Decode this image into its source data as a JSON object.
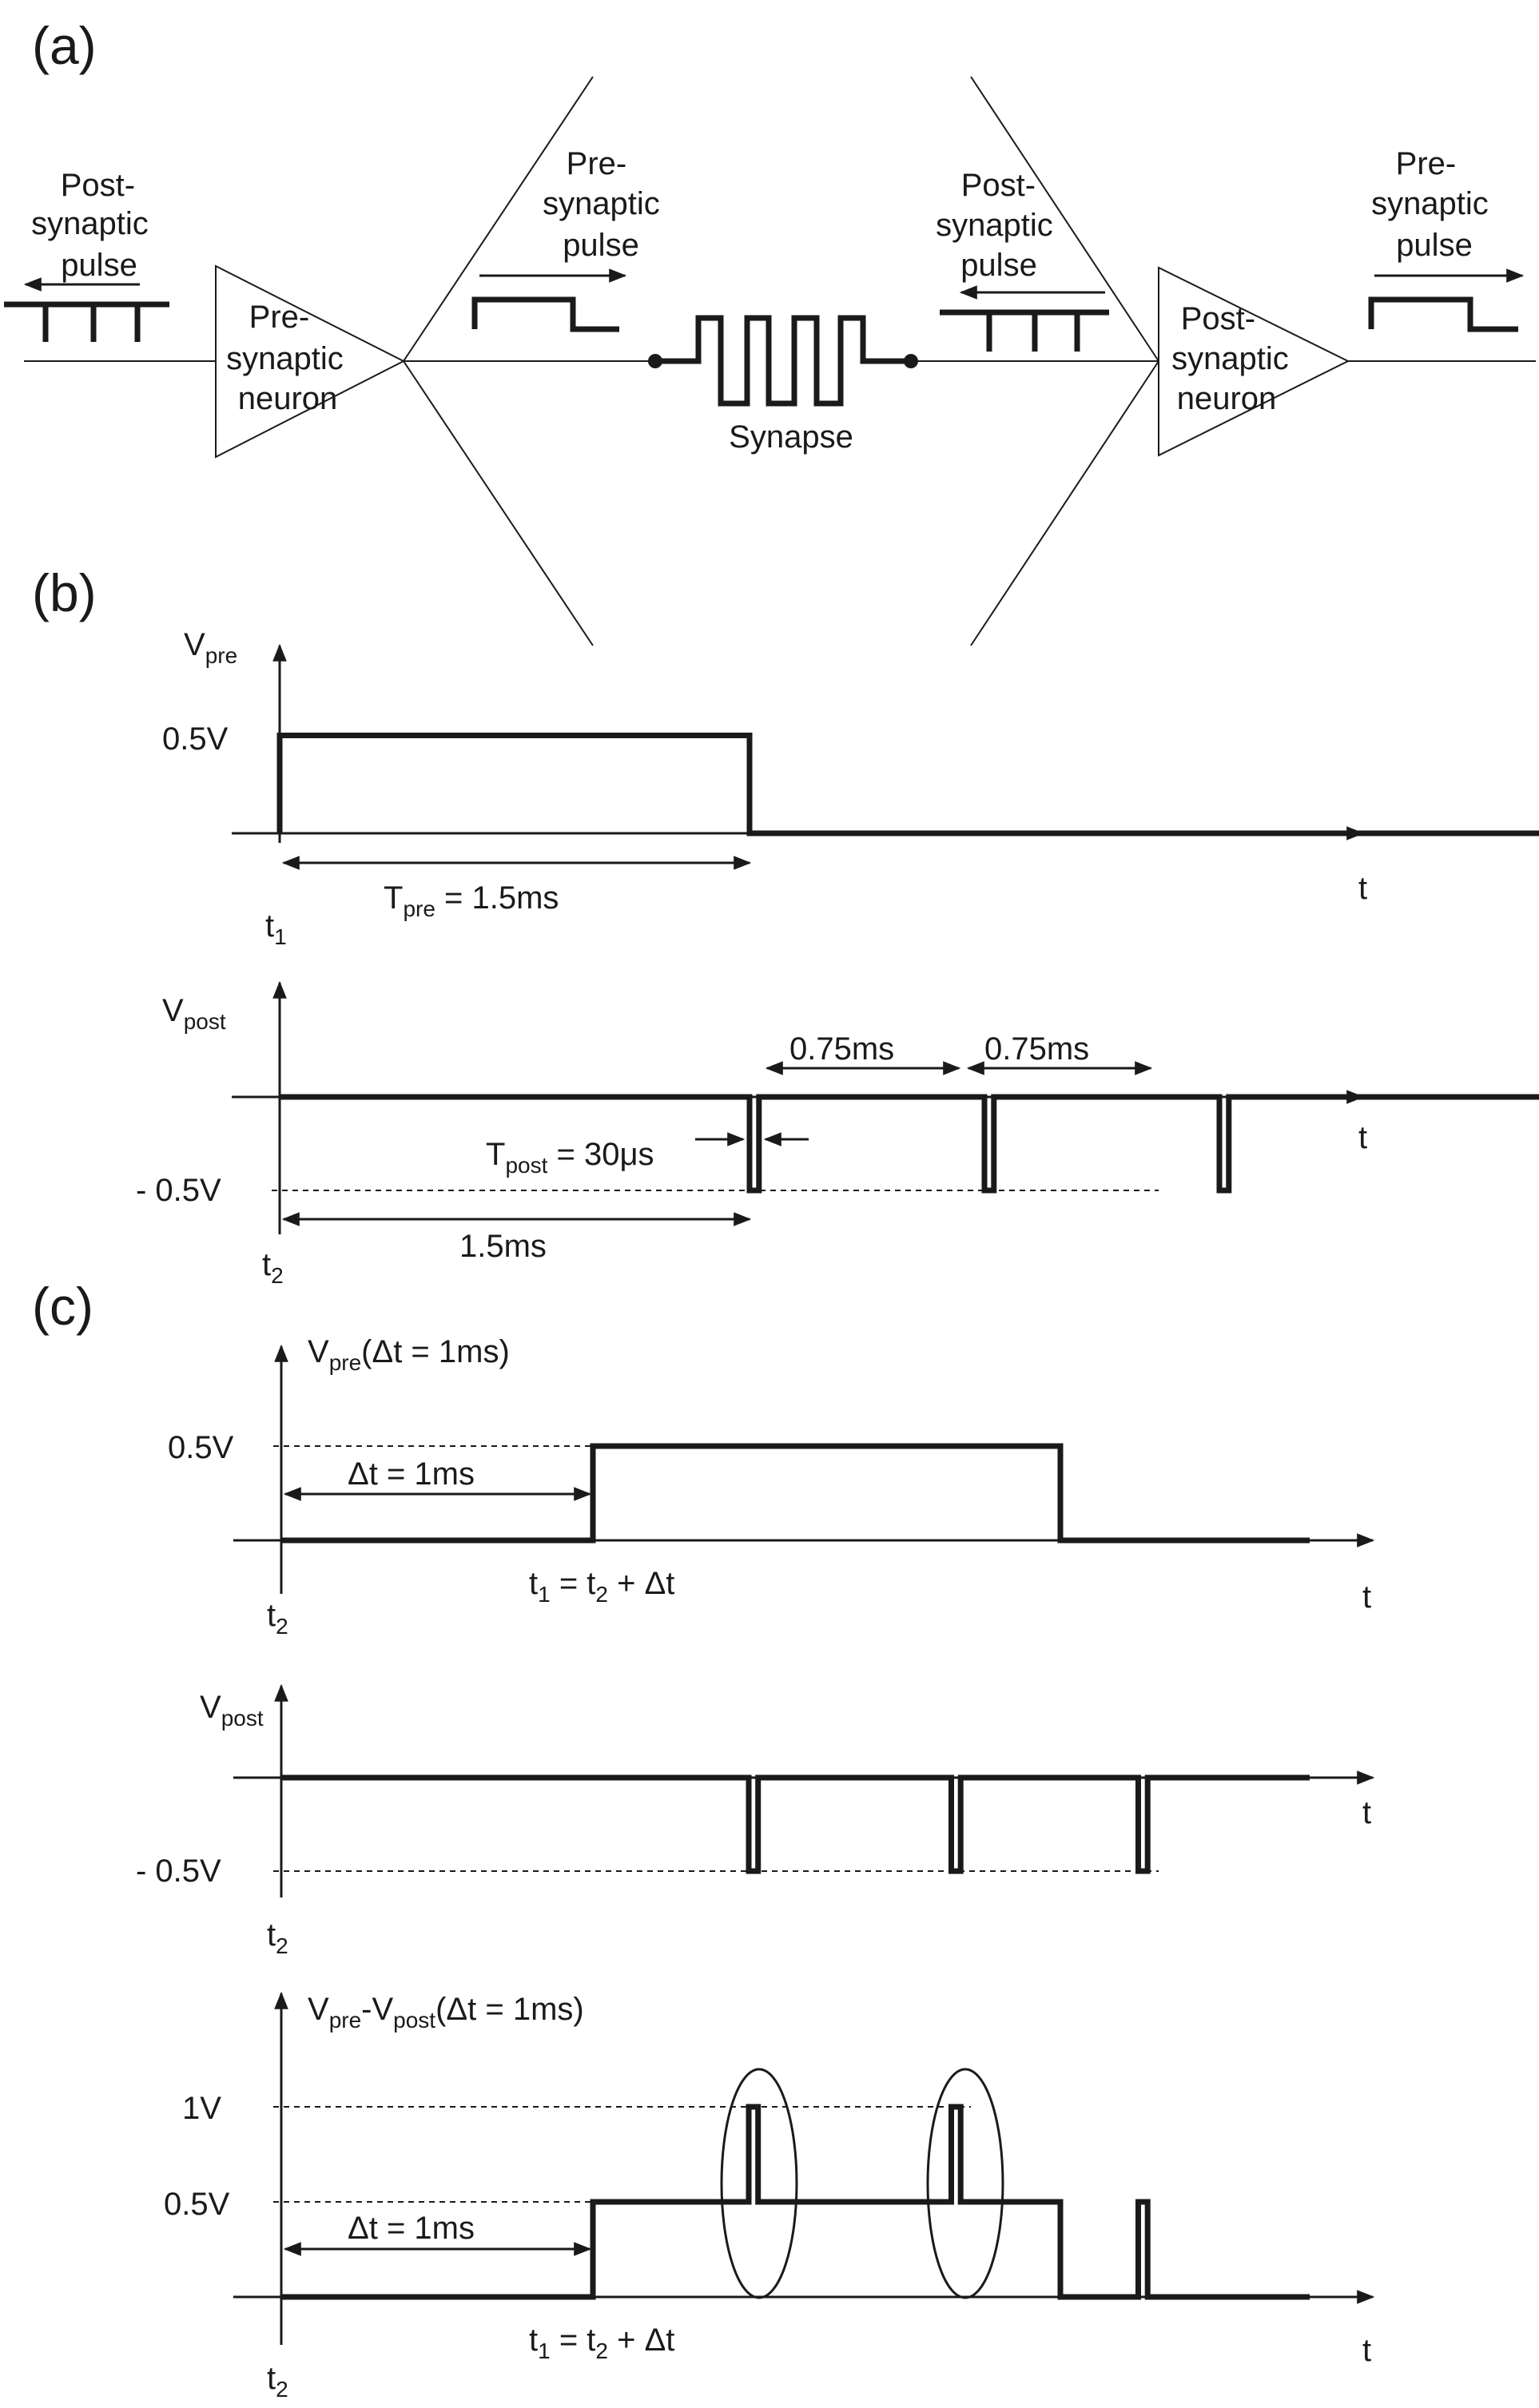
{
  "panel_a": {
    "label": "(a)",
    "left_arrow_label": [
      "Post-",
      "synaptic",
      "pulse"
    ],
    "pre_neuron": [
      "Pre-",
      "synaptic",
      "neuron"
    ],
    "pre_pulse_label": [
      "Pre-",
      "synaptic",
      "pulse"
    ],
    "synapse_label": "Synapse",
    "post_pulse_label": [
      "Post-",
      "synaptic",
      "pulse"
    ],
    "post_neuron": [
      "Post-",
      "synaptic",
      "neuron"
    ],
    "right_pulse_label": [
      "Pre-",
      "synaptic",
      "pulse"
    ]
  },
  "panel_b": {
    "label": "(b)",
    "vpre": {
      "ylabel_main": "V",
      "ylabel_sub": "pre",
      "level": "0.5V",
      "span_main": "T",
      "span_sub": "pre",
      "span_rest": " = 1.5ms",
      "t_main": "t",
      "t_sub": "1",
      "t_axis": "t"
    },
    "vpost": {
      "ylabel_main": "V",
      "ylabel_sub": "post",
      "level": "- 0.5V",
      "interval1": "0.75ms",
      "interval2": "0.75ms",
      "width_main": "T",
      "width_sub": "post",
      "width_rest": " = 30μs",
      "span": "1.5ms",
      "t_main": "t",
      "t_sub": "2",
      "t_axis": "t"
    }
  },
  "panel_c": {
    "label": "(c)",
    "vpre": {
      "ylabel_main": "V",
      "ylabel_sub": "pre",
      "ylabel_rest": "(Δt = 1ms)",
      "level": "0.5V",
      "span": "Δt = 1ms",
      "shift_t1": "t",
      "shift_t1_sub": "1",
      "shift_mid": " = t",
      "shift_t2_sub": "2",
      "shift_rest": " + Δt",
      "t_main": "t",
      "t_sub": "2",
      "t_axis": "t"
    },
    "vpost": {
      "ylabel_main": "V",
      "ylabel_sub": "post",
      "level": "- 0.5V",
      "t_main": "t",
      "t_sub": "2",
      "t_axis": "t"
    },
    "vdiff": {
      "ylabel_a": "V",
      "ylabel_a_sub": "pre",
      "ylabel_dash": "-V",
      "ylabel_b_sub": "post",
      "ylabel_rest": "(Δt = 1ms)",
      "level_high": "1V",
      "level_mid": "0.5V",
      "span": "Δt = 1ms",
      "shift_t1": "t",
      "shift_t1_sub": "1",
      "shift_mid": " = t",
      "shift_t2_sub": "2",
      "shift_rest": " + Δt",
      "t_main": "t",
      "t_sub": "2",
      "t_axis": "t"
    }
  },
  "chart_data": [
    {
      "type": "line",
      "title": "",
      "ylabel": "Vpre",
      "xlabel": "t",
      "series": [
        {
          "x": [
            0,
            0,
            1.5,
            1.5,
            4.4
          ],
          "values": [
            0,
            0.5,
            0.5,
            0,
            0
          ]
        }
      ]
    },
    {
      "type": "line",
      "title": "",
      "ylabel": "Vpost",
      "xlabel": "t",
      "series": [
        {
          "x": [
            0,
            1.5,
            1.5,
            1.53,
            1.53,
            2.25,
            2.25,
            2.28,
            2.28,
            3.0,
            3.0,
            3.03,
            3.03,
            4.4
          ],
          "values": [
            0,
            0,
            -0.5,
            -0.5,
            0,
            0,
            -0.5,
            -0.5,
            0,
            0,
            -0.5,
            -0.5,
            0,
            0
          ]
        }
      ]
    },
    {
      "type": "line",
      "title": "",
      "ylabel": "Vpre(Δt = 1ms)",
      "xlabel": "t",
      "series": [
        {
          "x": [
            0,
            1.0,
            1.0,
            2.5,
            2.5,
            3.3
          ],
          "values": [
            0,
            0,
            0.5,
            0.5,
            0,
            0
          ]
        }
      ]
    },
    {
      "type": "line",
      "title": "",
      "ylabel": "Vpost",
      "xlabel": "t",
      "series": [
        {
          "x": [
            0,
            1.5,
            1.5,
            1.53,
            1.53,
            2.15,
            2.15,
            2.18,
            2.18,
            2.75,
            2.75,
            2.78,
            2.78,
            3.3
          ],
          "values": [
            0,
            0,
            -0.5,
            -0.5,
            0,
            0,
            -0.5,
            -0.5,
            0,
            0,
            -0.5,
            -0.5,
            0,
            0
          ]
        }
      ]
    },
    {
      "type": "line",
      "title": "",
      "ylabel": "Vpre-Vpost(Δt = 1ms)",
      "xlabel": "t",
      "series": [
        {
          "x": [
            0,
            1.0,
            1.0,
            1.5,
            1.5,
            1.53,
            1.53,
            2.15,
            2.15,
            2.18,
            2.18,
            2.5,
            2.5,
            2.75,
            2.75,
            2.78,
            2.78,
            3.3
          ],
          "values": [
            0,
            0,
            0.5,
            0.5,
            1,
            1,
            0.5,
            0.5,
            1,
            1,
            0.5,
            0.5,
            0,
            0,
            0.5,
            0.5,
            0,
            0
          ]
        }
      ]
    }
  ]
}
